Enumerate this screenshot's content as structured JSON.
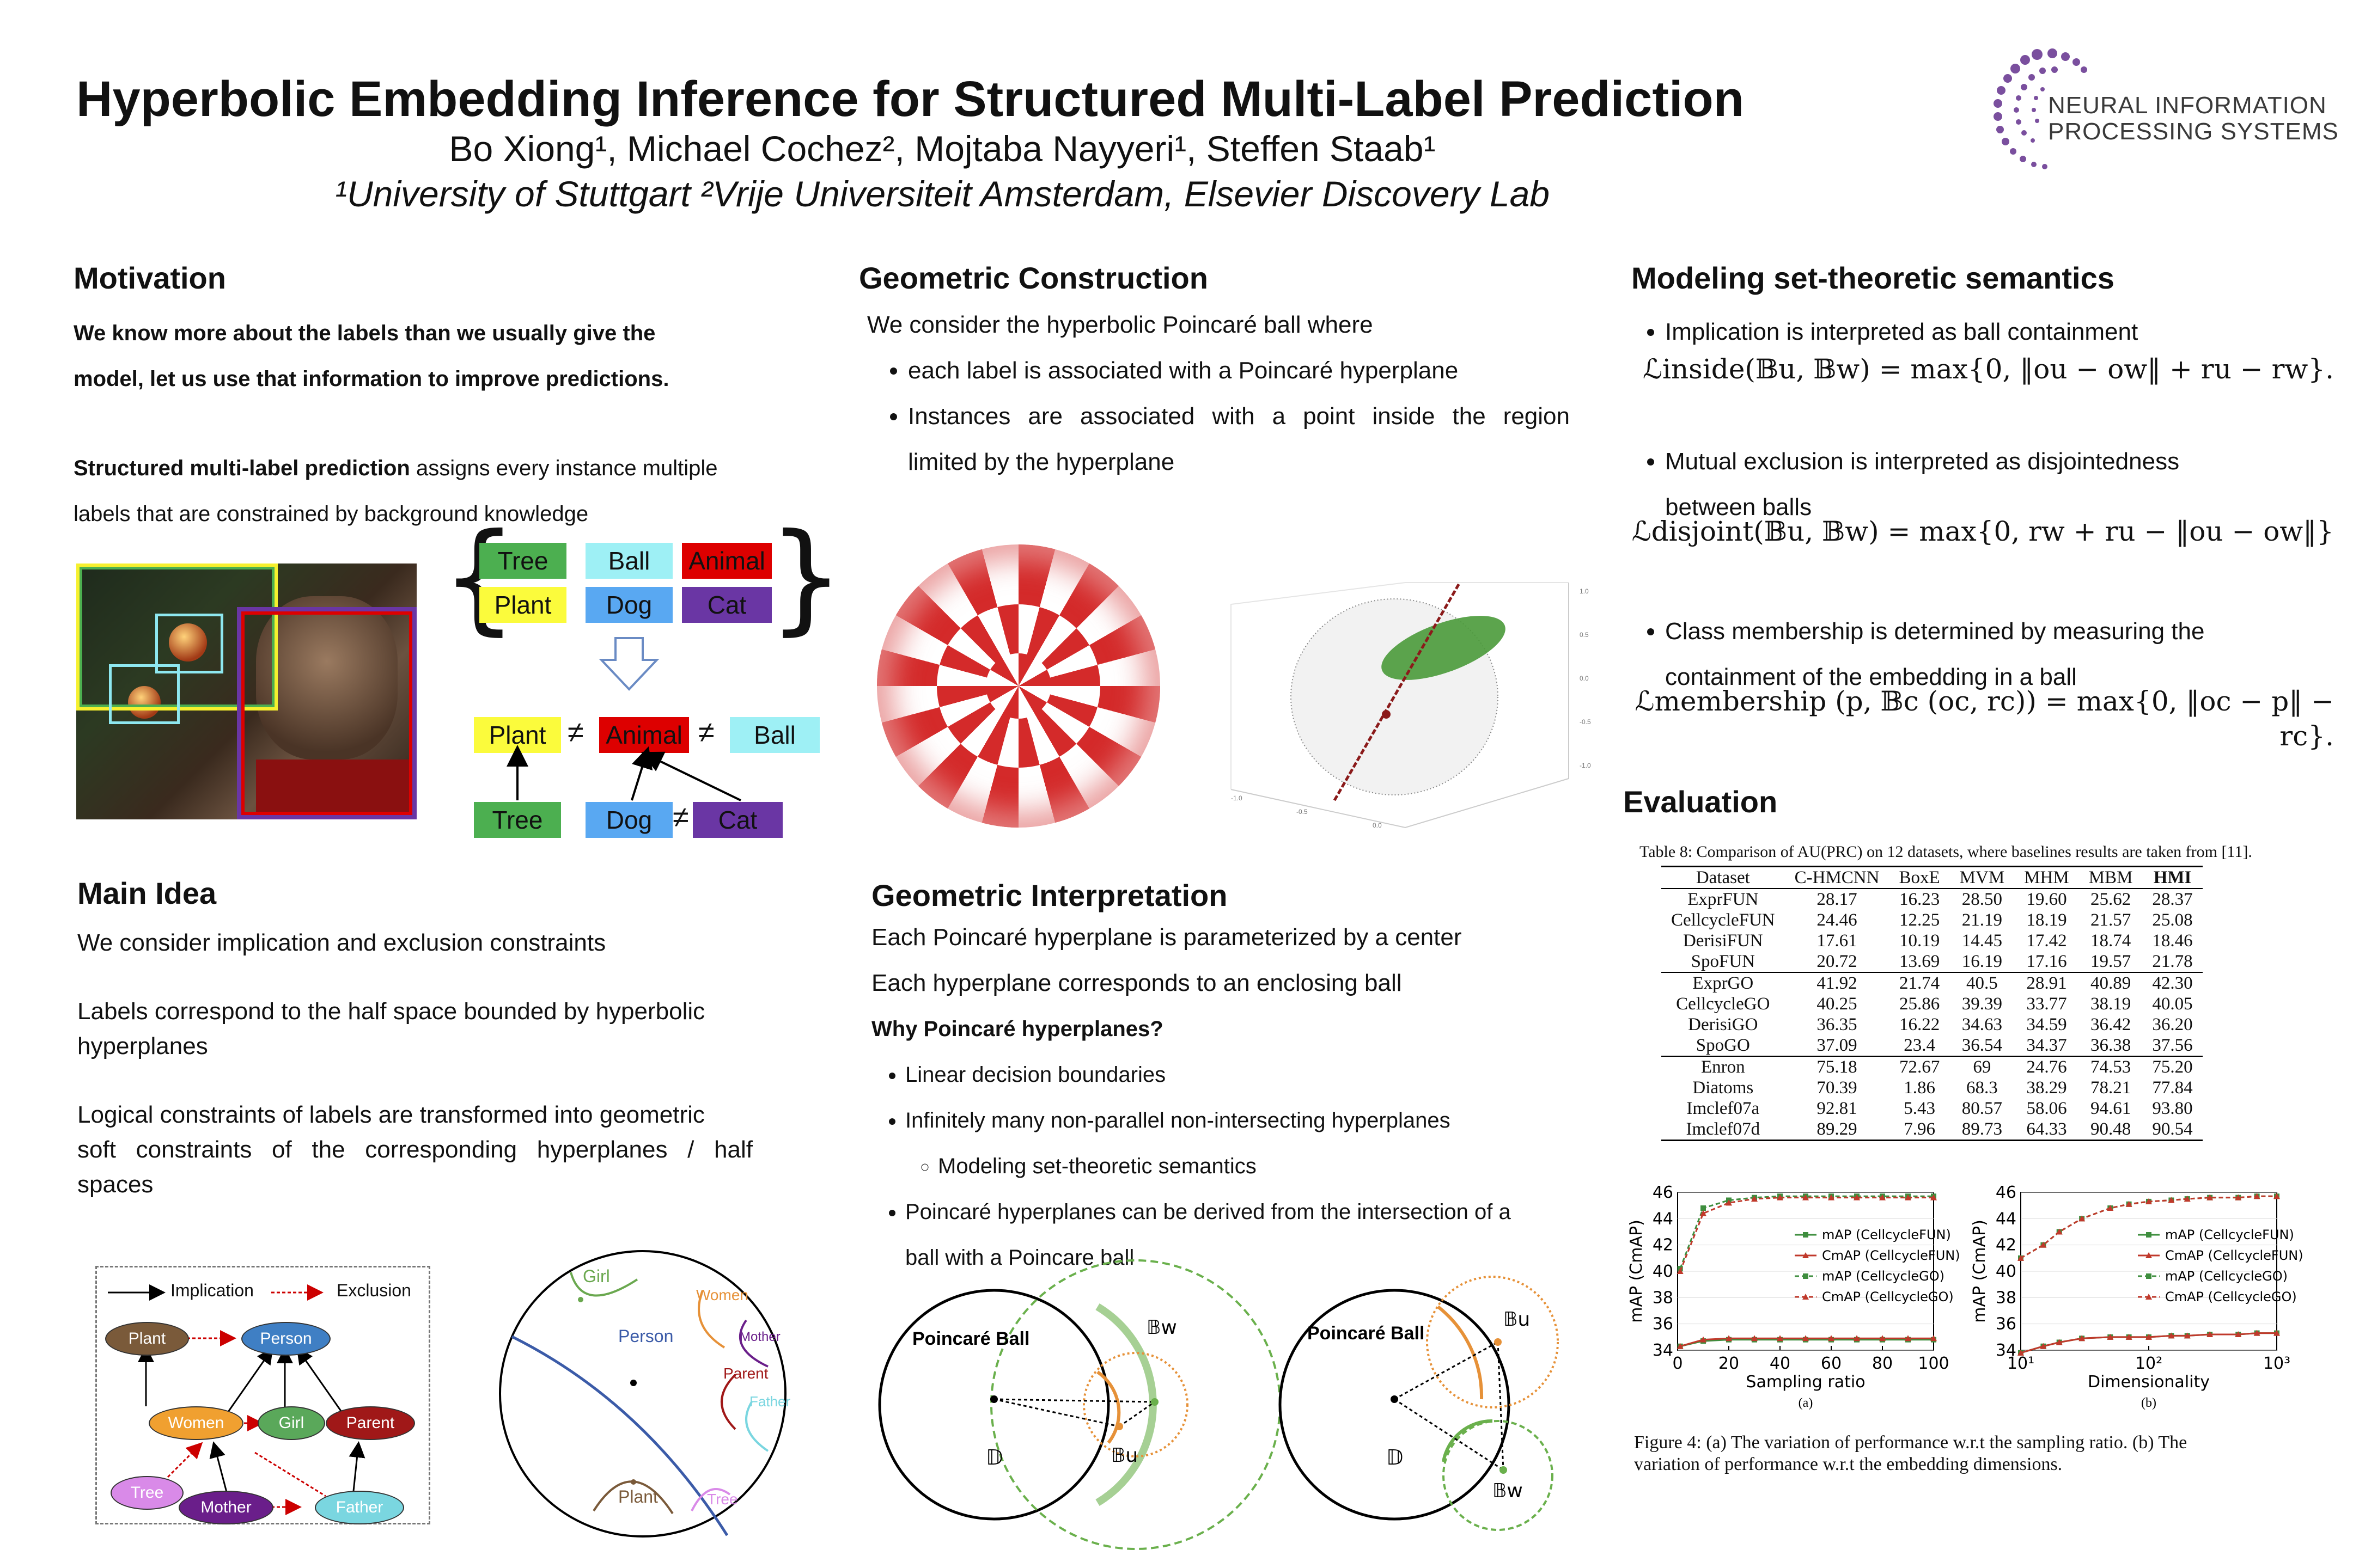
{
  "header": {
    "title": "Hyperbolic Embedding Inference for Structured Multi-Label Prediction",
    "authors": "Bo Xiong¹, Michael Cochez², Mojtaba Nayyeri¹, Steffen Staab¹",
    "affiliations": "¹University of Stuttgart  ²Vrije Universiteit Amsterdam, Elsevier Discovery Lab",
    "logo_line1": "NEURAL INFORMATION",
    "logo_line2": "PROCESSING SYSTEMS"
  },
  "motivation": {
    "heading": "Motivation",
    "bold_text_1": "We know more about the labels than we usually give the",
    "bold_text_2": "model, let us use that information to improve predictions.",
    "smlp_bold": "Structured multi-label prediction",
    "smlp_rest_1": " assigns every instance multiple",
    "smlp_rest_2": "labels that are constrained by background knowledge",
    "labels": [
      "Tree",
      "Ball",
      "Animal",
      "Plant",
      "Dog",
      "Cat"
    ],
    "neq": "≠",
    "label_colors": {
      "Tree": "#4caf50",
      "Ball": "#9ef0f5",
      "Animal": "#dd0000",
      "Plant": "#fbfb3c",
      "Dog": "#59a8f2",
      "Cat": "#6a36a4"
    }
  },
  "main_idea": {
    "heading": "Main Idea",
    "p1": "We consider implication and exclusion constraints",
    "p2_1": "Labels correspond to the half space bounded by hyperbolic",
    "p2_2": "hyperplanes",
    "p3_1": "Logical constraints of labels are transformed into geometric",
    "p3_2": "soft constraints of the corresponding hyperplanes / half",
    "p3_3": "spaces",
    "legend_implication": "Implication",
    "legend_exclusion": "Exclusion",
    "nodes": [
      "Plant",
      "Person",
      "Women",
      "Girl",
      "Parent",
      "Tree",
      "Mother",
      "Father"
    ],
    "disk_labels": [
      "Girl",
      "Women",
      "Mother",
      "Person",
      "Parent",
      "Father",
      "Plant",
      "Tree"
    ]
  },
  "geo_construction": {
    "heading": "Geometric Construction",
    "intro": "We consider the hyperbolic Poincaré ball where",
    "b1": "each label is associated with a Poincaré hyperplane",
    "b2_1": "Instances are associated with a point inside the region",
    "b2_2": "limited by the hyperplane"
  },
  "geo_interp": {
    "heading": "Geometric Interpretation",
    "l1": "Each Poincaré hyperplane is parameterized by a center",
    "l2": "Each hyperplane corresponds to an enclosing ball",
    "why": "Why Poincaré hyperplanes?",
    "b1": "Linear decision boundaries",
    "b2": "Infinitely many non-parallel non-intersecting hyperplanes",
    "b2_sub": "Modeling set-theoretic semantics",
    "b3_1": "Poincaré hyperplanes can be derived from the intersection of a",
    "b3_2": "ball with a Poincare ball",
    "fig_title": "Poincaré Ball",
    "sym_D": "𝔻",
    "sym_Bw": "𝔹w",
    "sym_Bu": "𝔹u"
  },
  "modeling": {
    "heading": "Modeling set-theoretic semantics",
    "b1": "Implication is interpreted as ball containment",
    "eq1": "ℒinside(𝔹u, 𝔹w) = max{0, ‖ou − ow‖ + ru − rw}.",
    "b2_1": "Mutual exclusion is interpreted as disjointedness",
    "b2_2": "between balls",
    "eq2": "ℒdisjoint(𝔹u, 𝔹w) = max{0, rw + ru − ‖ou − ow‖}",
    "b3_1": "Class membership is determined by measuring the",
    "b3_2": "containment of the embedding in a ball",
    "eq3": "ℒmembership (p, 𝔹c (oc, rc)) = max{0, ‖oc − p‖ − rc}."
  },
  "evaluation": {
    "heading": "Evaluation",
    "table_caption": "Table 8: Comparison of AU(PRC) on 12 datasets, where baselines results are taken from [11].",
    "columns": [
      "Dataset",
      "C-HMCNN",
      "BoxE",
      "MVM",
      "MHM",
      "MBM",
      "HMI"
    ],
    "rows": [
      [
        "ExprFUN",
        "28.17",
        "16.23",
        "28.50",
        "19.60",
        "25.62",
        "28.37"
      ],
      [
        "CellcycleFUN",
        "24.46",
        "12.25",
        "21.19",
        "18.19",
        "21.57",
        "25.08"
      ],
      [
        "DerisiFUN",
        "17.61",
        "10.19",
        "14.45",
        "17.42",
        "18.74",
        "18.46"
      ],
      [
        "SpoFUN",
        "20.72",
        "13.69",
        "16.19",
        "17.16",
        "19.57",
        "21.78"
      ],
      [
        "ExprGO",
        "41.92",
        "21.74",
        "40.5",
        "28.91",
        "40.89",
        "42.30"
      ],
      [
        "CellcycleGO",
        "40.25",
        "25.86",
        "39.39",
        "33.77",
        "38.19",
        "40.05"
      ],
      [
        "DerisiGO",
        "36.35",
        "16.22",
        "34.63",
        "34.59",
        "36.42",
        "36.20"
      ],
      [
        "SpoGO",
        "37.09",
        "23.4",
        "36.54",
        "34.37",
        "36.38",
        "37.56"
      ],
      [
        "Enron",
        "75.18",
        "72.67",
        "69",
        "24.76",
        "74.53",
        "75.20"
      ],
      [
        "Diatoms",
        "70.39",
        "1.86",
        "68.3",
        "38.29",
        "78.21",
        "77.84"
      ],
      [
        "Imclef07a",
        "92.81",
        "5.43",
        "80.57",
        "58.06",
        "94.61",
        "93.80"
      ],
      [
        "Imclef07d",
        "89.29",
        "7.96",
        "89.73",
        "64.33",
        "90.48",
        "90.54"
      ]
    ],
    "bold_cells": [
      [
        0,
        3
      ],
      [
        1,
        6
      ],
      [
        2,
        5
      ],
      [
        3,
        6
      ],
      [
        4,
        6
      ],
      [
        5,
        1
      ],
      [
        6,
        5
      ],
      [
        7,
        6
      ],
      [
        8,
        6
      ],
      [
        9,
        5
      ],
      [
        10,
        5
      ],
      [
        11,
        6
      ]
    ],
    "figure_caption_1": "Figure 4: (a) The variation of performance w.r.t the sampling ratio. (b) The",
    "figure_caption_2": "variation of performance w.r.t the embedding dimensions."
  },
  "chart_data": [
    {
      "type": "line",
      "panel": "(a)",
      "xlabel": "Sampling ratio",
      "ylabel": "mAP (CmAP)",
      "xlim": [
        0,
        100
      ],
      "ylim": [
        34,
        46
      ],
      "xticks": [
        0,
        20,
        40,
        60,
        80,
        100
      ],
      "yticks": [
        34,
        36,
        38,
        40,
        42,
        44,
        46
      ],
      "x": [
        1,
        10,
        20,
        30,
        40,
        50,
        60,
        70,
        80,
        90,
        100
      ],
      "series": [
        {
          "name": "mAP (CellcycleFUN)",
          "color": "#3e8e3e",
          "dash": false,
          "marker": "square",
          "values": [
            34.3,
            34.7,
            34.8,
            34.8,
            34.8,
            34.8,
            34.8,
            34.8,
            34.8,
            34.8,
            34.8
          ]
        },
        {
          "name": "CmAP (CellcycleFUN)",
          "color": "#c0392b",
          "dash": false,
          "marker": "triangle",
          "values": [
            34.3,
            34.8,
            34.9,
            34.9,
            34.9,
            34.9,
            34.9,
            34.9,
            34.9,
            34.9,
            34.9
          ]
        },
        {
          "name": "mAP (CellcycleGO)",
          "color": "#3e8e3e",
          "dash": true,
          "marker": "square",
          "values": [
            40.2,
            44.8,
            45.4,
            45.6,
            45.7,
            45.7,
            45.7,
            45.7,
            45.7,
            45.7,
            45.7
          ]
        },
        {
          "name": "CmAP (CellcycleGO)",
          "color": "#c0392b",
          "dash": true,
          "marker": "triangle",
          "values": [
            40.0,
            44.4,
            45.2,
            45.5,
            45.6,
            45.6,
            45.6,
            45.6,
            45.6,
            45.6,
            45.6
          ]
        }
      ]
    },
    {
      "type": "line",
      "panel": "(b)",
      "xlabel": "Dimensionality",
      "ylabel": "mAP (CmAP)",
      "xscale": "log",
      "xlim": [
        10,
        1000
      ],
      "ylim": [
        34,
        46
      ],
      "xticks_labels": [
        "10¹",
        "10²",
        "10³"
      ],
      "yticks": [
        34,
        36,
        38,
        40,
        42,
        44,
        46
      ],
      "x": [
        10,
        15,
        20,
        30,
        50,
        70,
        100,
        150,
        200,
        300,
        500,
        700,
        1000
      ],
      "series": [
        {
          "name": "mAP (CellcycleFUN)",
          "color": "#3e8e3e",
          "dash": false,
          "marker": "square",
          "values": [
            33.8,
            34.3,
            34.6,
            34.9,
            35.0,
            35.0,
            35.0,
            35.1,
            35.1,
            35.2,
            35.2,
            35.3,
            35.3
          ]
        },
        {
          "name": "CmAP (CellcycleFUN)",
          "color": "#c0392b",
          "dash": false,
          "marker": "triangle",
          "values": [
            33.8,
            34.3,
            34.6,
            34.9,
            35.0,
            35.0,
            35.0,
            35.1,
            35.1,
            35.2,
            35.2,
            35.3,
            35.3
          ]
        },
        {
          "name": "mAP (CellcycleGO)",
          "color": "#3e8e3e",
          "dash": true,
          "marker": "square",
          "values": [
            41.0,
            42.0,
            43.0,
            44.0,
            44.8,
            45.1,
            45.3,
            45.4,
            45.5,
            45.6,
            45.6,
            45.7,
            45.7
          ]
        },
        {
          "name": "CmAP (CellcycleGO)",
          "color": "#c0392b",
          "dash": true,
          "marker": "triangle",
          "values": [
            41.0,
            42.0,
            43.0,
            44.0,
            44.8,
            45.1,
            45.3,
            45.4,
            45.5,
            45.6,
            45.6,
            45.7,
            45.7
          ]
        }
      ]
    }
  ]
}
